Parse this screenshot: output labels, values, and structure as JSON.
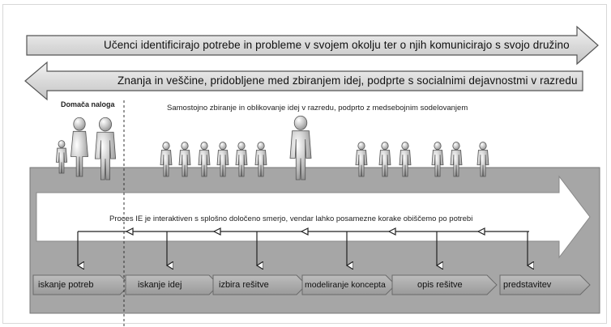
{
  "top_banner": "Učenci identificirajo potrebe in probleme v svojem okolju ter o njih komunicirajo s svojo družino",
  "second_banner": "Znanja in veščine, pridobljene med zbiranjem idej, podprte s socialnimi dejavnostmi v razredu",
  "home_task_label": "Domača naloga",
  "class_label": "Samostojno zbiranje in oblikovanje idej v razredu, podprto z medsebojnim sodelovanjem",
  "process_note": "Proces IE je interaktiven s splošno določeno smerjo, vendar lahko posamezne korake obiščemo po potrebi",
  "steps": [
    "iskanje potreb",
    "iskanje idej",
    "izbira rešitve",
    "modeliranje koncepta",
    "opis rešitve",
    "predstavitev"
  ],
  "colors": {
    "panel": "#a6a6a6",
    "step_fill": "#a9a9a9",
    "banner_fill": "#dcdcdc",
    "figure": "#b3b3b3"
  }
}
